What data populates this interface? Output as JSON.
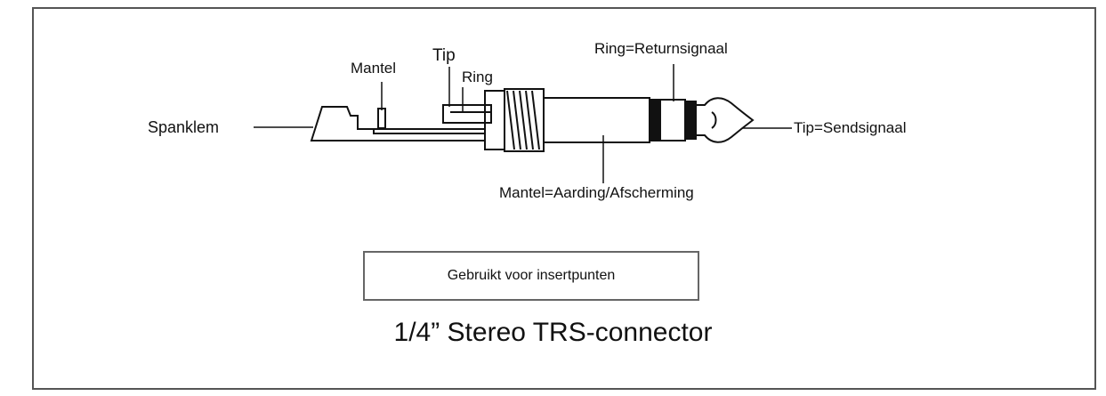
{
  "labels": {
    "clamp": "Spanklem",
    "sleeve": "Mantel",
    "tip": "Tip",
    "ring": "Ring",
    "ring_signal": "Ring=Returnsignaal",
    "tip_signal": "Tip=Sendsignaal",
    "sleeve_signal": "Mantel=Aarding/Afscherming"
  },
  "usage_note": "Gebruikt voor insertpunten",
  "title": "1/4” Stereo TRS-connector"
}
